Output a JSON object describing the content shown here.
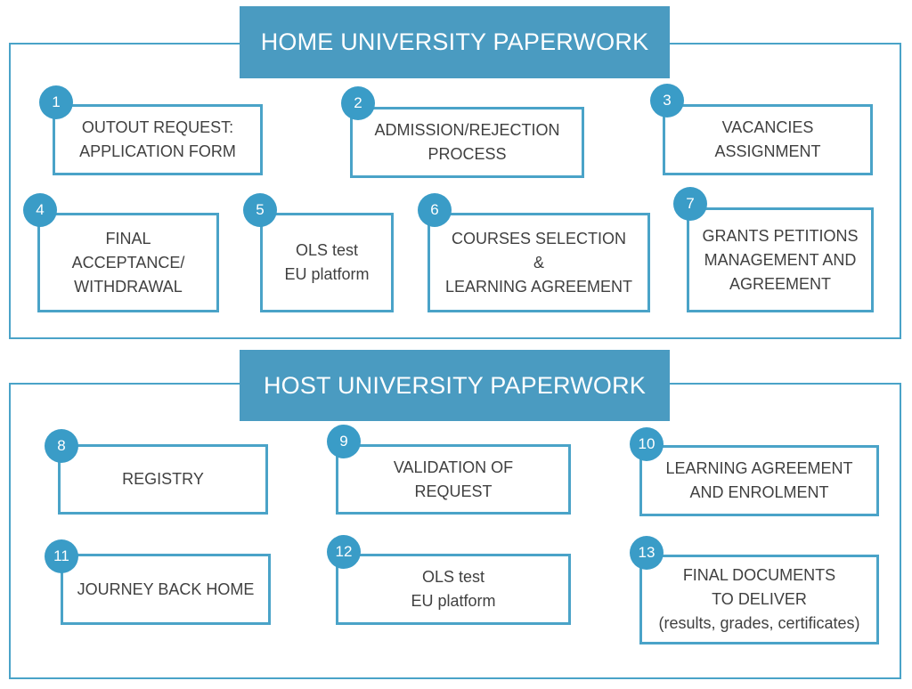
{
  "colors": {
    "accent": "#4a9bc1",
    "border": "#4aa3c8",
    "badge": "#3a9cc7",
    "text": "#404040"
  },
  "sections": [
    {
      "title": "HOME UNIVERSITY PAPERWORK",
      "steps": [
        {
          "number": "1",
          "lines": [
            "OUTOUT REQUEST:",
            "APPLICATION FORM"
          ]
        },
        {
          "number": "2",
          "lines": [
            "ADMISSION/REJECTION",
            "PROCESS"
          ]
        },
        {
          "number": "3",
          "lines": [
            "VACANCIES",
            "ASSIGNMENT"
          ]
        },
        {
          "number": "4",
          "lines": [
            "FINAL",
            "ACCEPTANCE/",
            "WITHDRAWAL"
          ]
        },
        {
          "number": "5",
          "lines": [
            "OLS test",
            "EU platform"
          ]
        },
        {
          "number": "6",
          "lines": [
            "COURSES SELECTION",
            "&",
            "LEARNING AGREEMENT"
          ]
        },
        {
          "number": "7",
          "lines": [
            "GRANTS PETITIONS",
            "MANAGEMENT AND",
            "AGREEMENT"
          ]
        }
      ]
    },
    {
      "title": "HOST UNIVERSITY PAPERWORK",
      "steps": [
        {
          "number": "8",
          "lines": [
            "REGISTRY"
          ]
        },
        {
          "number": "9",
          "lines": [
            "VALIDATION OF",
            "REQUEST"
          ]
        },
        {
          "number": "10",
          "lines": [
            "LEARNING AGREEMENT",
            "AND ENROLMENT"
          ]
        },
        {
          "number": "11",
          "lines": [
            "JOURNEY BACK HOME"
          ]
        },
        {
          "number": "12",
          "lines": [
            "OLS test",
            "EU platform"
          ]
        },
        {
          "number": "13",
          "lines": [
            "FINAL DOCUMENTS",
            "TO DELIVER",
            "(results, grades, certificates)"
          ]
        }
      ]
    }
  ]
}
